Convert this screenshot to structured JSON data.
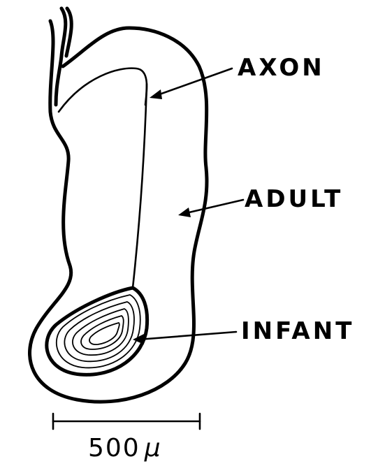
{
  "labels": {
    "axon": "AXON",
    "adult": "ADULT",
    "infant": "INFANT"
  },
  "scale_bar": {
    "value": "500",
    "unit": "μ"
  }
}
